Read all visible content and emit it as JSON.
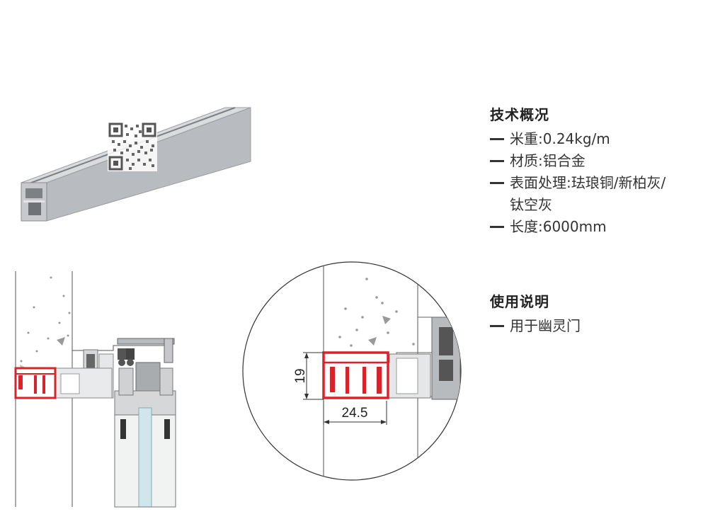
{
  "tech_overview": {
    "title": "技术概况",
    "items": [
      "米重:0.24kg/m",
      "材质:铝合金",
      "表面处理:珐琅铜/新柏灰/",
      "钛空灰",
      "长度:6000mm"
    ]
  },
  "usage": {
    "title": "使用说明",
    "items": [
      "用于幽灵门"
    ]
  },
  "dimensions": {
    "height": "19",
    "width": "24.5"
  },
  "colors": {
    "highlight_profile": "#d9232a",
    "aluminium": "#b9bcbf",
    "glass": "#cfe6ec",
    "concrete_dots": "#8a8a8a"
  }
}
